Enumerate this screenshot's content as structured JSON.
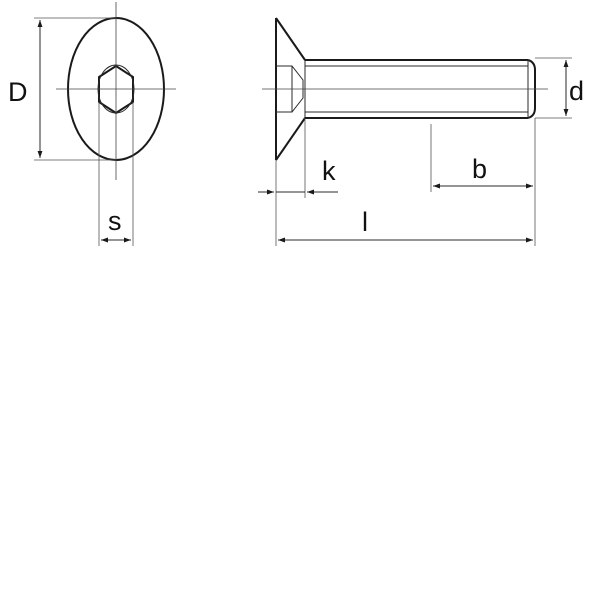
{
  "labels": {
    "D": "D",
    "d": "d",
    "s": "s",
    "k": "k",
    "b": "b",
    "l": "l"
  },
  "colors": {
    "line": "#1a1a1a",
    "background": "#ffffff"
  }
}
